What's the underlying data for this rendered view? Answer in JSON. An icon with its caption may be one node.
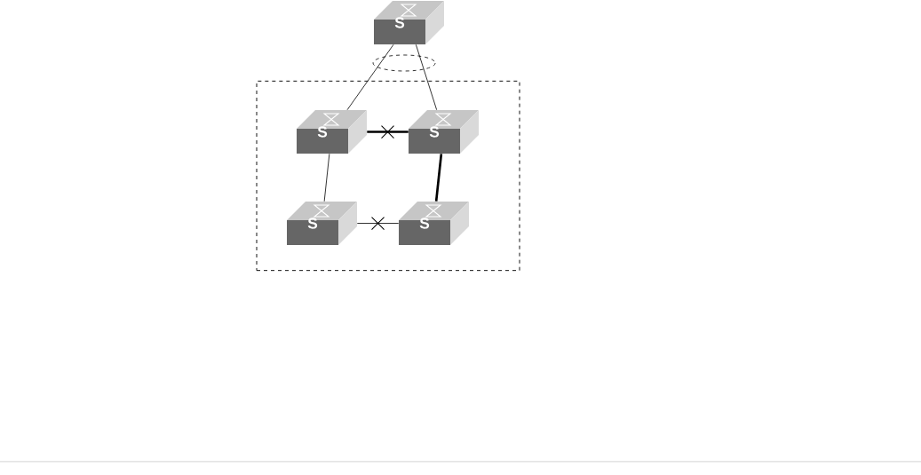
{
  "diagram": {
    "nodes": [
      {
        "text": [],
        "shape": "box"
      },
      {
        "text": [
          "S"
        ]
      },
      {
        "text": [
          "S"
        ],
        "in": 0
      },
      {
        "text": [
          "S"
        ],
        "in": 0
      },
      {
        "text": [
          "S"
        ],
        "in": 0
      },
      {
        "text": [
          "S"
        ],
        "in": 0
      }
    ],
    "edges": [
      {
        "from": 1,
        "to": 2,
        "arrow": "none"
      },
      {
        "from": 1,
        "to": 3,
        "arrow": "none"
      },
      {
        "from": 2,
        "to": 3,
        "arrow": "none",
        "style": "thick"
      },
      {
        "from": 2,
        "to": 4,
        "arrow": "none"
      },
      {
        "from": 3,
        "to": 5,
        "arrow": "none",
        "style": "thick"
      },
      {
        "from": 4,
        "to": 5,
        "arrow": "none"
      }
    ]
  }
}
